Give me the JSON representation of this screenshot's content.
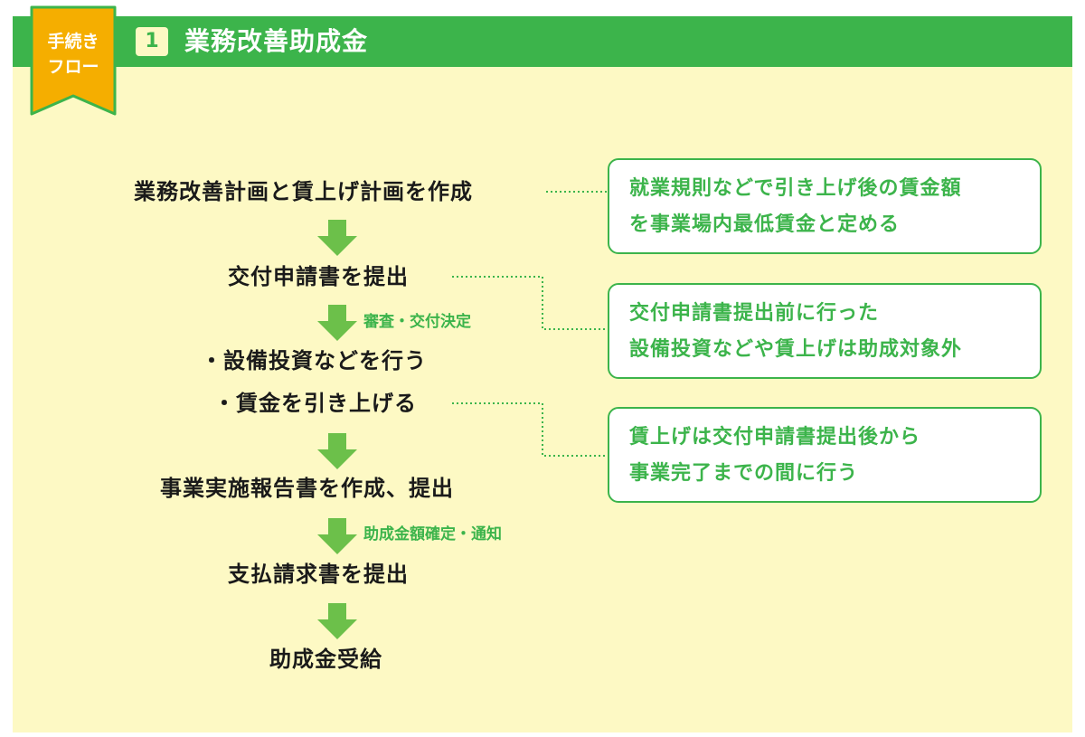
{
  "header": {
    "badge_line1": "手続き",
    "badge_line2": "フロー",
    "number": "1",
    "title": "業務改善助成金"
  },
  "steps": [
    "業務改善計画と賃上げ計画を作成",
    "交付申請書を提出",
    "・設備投資などを行う",
    "・賃金を引き上げる",
    "事業実施報告書を作成、提出",
    "支払請求書を提出",
    "助成金受給"
  ],
  "arrow_labels": {
    "review": "審査・交付決定",
    "confirm": "助成金額確定・通知"
  },
  "notes": [
    {
      "line1": "就業規則などで引き上げ後の賃金額",
      "line2": "を事業場内最低賃金と定める"
    },
    {
      "line1": "交付申請書提出前に行った",
      "line2": "設備投資などや賃上げは助成対象外"
    },
    {
      "line1": "賃上げは交付申請書提出後から",
      "line2": "事業完了までの間に行う"
    }
  ],
  "colors": {
    "green": "#3cb44b",
    "panel": "#fdf9c4",
    "badge": "#f5ae00",
    "arrow": "#6cc04a"
  }
}
